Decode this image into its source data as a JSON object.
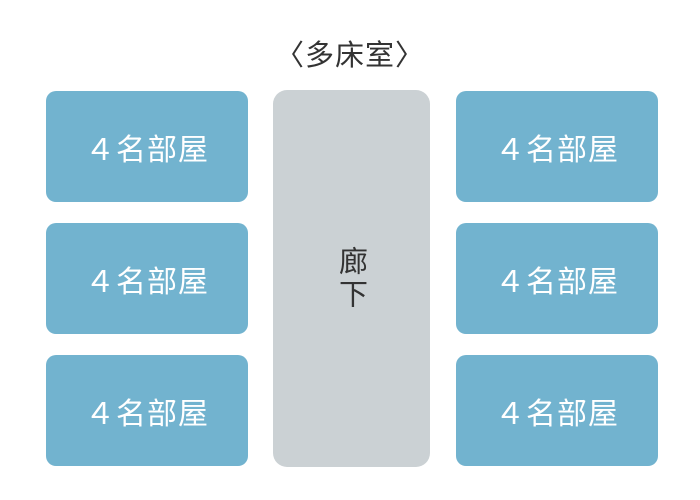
{
  "title": "〈多床室〉",
  "corridor_label": "廊下",
  "rooms_left": [
    "４名部屋",
    "４名部屋",
    "４名部屋"
  ],
  "rooms_right": [
    "４名部屋",
    "４名部屋",
    "４名部屋"
  ],
  "colors": {
    "room": "#72b3cf",
    "corridor": "#cbd1d4",
    "text_dark": "#333333"
  }
}
